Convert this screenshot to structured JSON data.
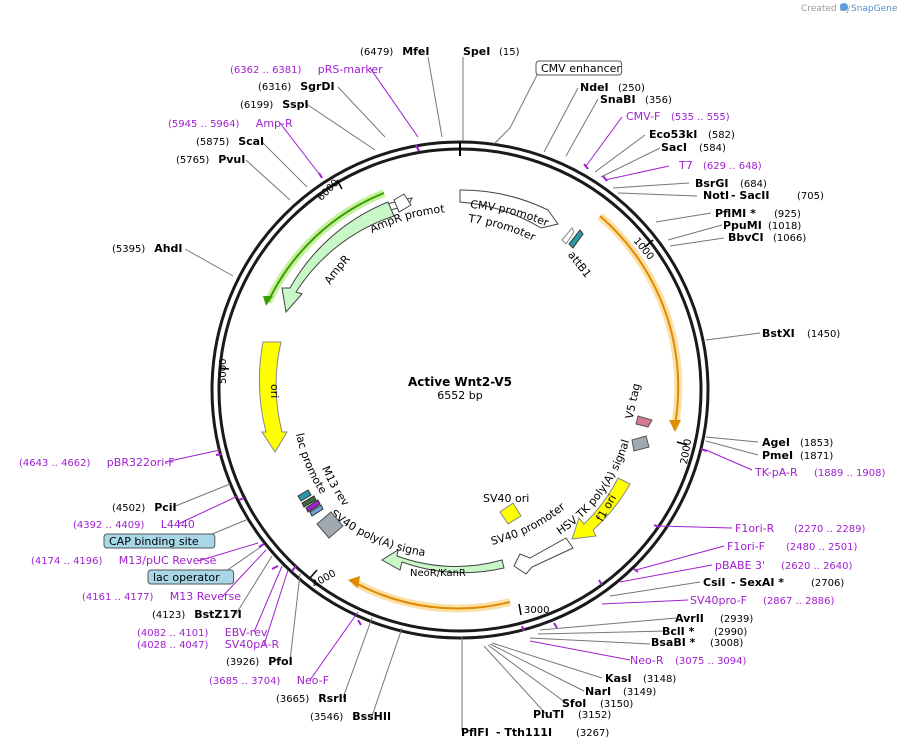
{
  "credit": "Created by",
  "brand": "SnapGene",
  "plasmid": {
    "name": "Active Wnt2-V5",
    "size_label": "6552 bp",
    "length": 6552
  },
  "ticks": [
    "1000",
    "2000",
    "3000",
    "4000",
    "5000",
    "6000"
  ],
  "colors": {
    "primer": "#a020d0",
    "orange": "#f0a000",
    "green": "#38a000",
    "yellow": "#ffff00",
    "gene_fill": "#c8f8c8"
  },
  "labels": [
    {
      "pos": "(6479)",
      "name": "MfeI",
      "kind": "enzyme"
    },
    {
      "pos": "(15)",
      "name": "SpeI",
      "kind": "enzyme"
    },
    {
      "pos": "(6362 .. 6381)",
      "name": "pRS-marker",
      "kind": "primer"
    },
    {
      "pos": "(6316)",
      "name": "SgrDI",
      "kind": "enzyme"
    },
    {
      "pos": "(6199)",
      "name": "SspI",
      "kind": "enzyme"
    },
    {
      "pos": "(5945 .. 5964)",
      "name": "Amp-R",
      "kind": "primer"
    },
    {
      "pos": "(5875)",
      "name": "ScaI",
      "kind": "enzyme"
    },
    {
      "pos": "(5765)",
      "name": "PvuI",
      "kind": "enzyme"
    },
    {
      "pos": "(5395)",
      "name": "AhdI",
      "kind": "enzyme"
    },
    {
      "name": "CMV enhancer",
      "kind": "boxed"
    },
    {
      "name": "NdeI",
      "pos": "(250)",
      "kind": "enzyme"
    },
    {
      "name": "SnaBI",
      "pos": "(356)",
      "kind": "enzyme"
    },
    {
      "name": "CMV-F",
      "pos": "(535 .. 555)",
      "kind": "primer"
    },
    {
      "name": "Eco53kI",
      "pos": "(582)",
      "kind": "enzyme"
    },
    {
      "name": "SacI",
      "pos": "(584)",
      "kind": "enzyme"
    },
    {
      "name": "T7",
      "pos": "(629 .. 648)",
      "kind": "primer"
    },
    {
      "name": "BsrGI",
      "pos": "(684)",
      "kind": "enzyme"
    },
    {
      "name": "NotI",
      "sep": " - ",
      "name2": "SacII",
      "pos": "(705)",
      "kind": "enzyme"
    },
    {
      "name": "PflMI *",
      "pos": "(925)",
      "kind": "enzyme"
    },
    {
      "name": "PpuMI",
      "pos": "(1018)",
      "kind": "enzyme"
    },
    {
      "name": "BbvCI",
      "pos": "(1066)",
      "kind": "enzyme"
    },
    {
      "name": "BstXI",
      "pos": "(1450)",
      "kind": "enzyme"
    },
    {
      "name": "AgeI",
      "pos": "(1853)",
      "kind": "enzyme"
    },
    {
      "name": "PmeI",
      "pos": "(1871)",
      "kind": "enzyme"
    },
    {
      "name": "TK-pA-R",
      "pos": "(1889 .. 1908)",
      "kind": "primer"
    },
    {
      "name": "F1ori-R",
      "pos": "(2270 .. 2289)",
      "kind": "primer"
    },
    {
      "name": "F1ori-F",
      "pos": "(2480 .. 2501)",
      "kind": "primer"
    },
    {
      "name": "pBABE 3'",
      "pos": "(2620 .. 2640)",
      "kind": "primer"
    },
    {
      "name": "CsiI",
      "sep": " - ",
      "name2": "SexAI *",
      "pos": "(2706)",
      "kind": "enzyme"
    },
    {
      "name": "SV40pro-F",
      "pos": "(2867 .. 2886)",
      "kind": "primer"
    },
    {
      "name": "AvrII",
      "pos": "(2939)",
      "kind": "enzyme"
    },
    {
      "name": "BclI *",
      "pos": "(2990)",
      "kind": "enzyme"
    },
    {
      "name": "BsaBI *",
      "pos": "(3008)",
      "kind": "enzyme"
    },
    {
      "name": "Neo-R",
      "pos": "(3075 .. 3094)",
      "kind": "primer"
    },
    {
      "name": "KasI",
      "pos": "(3148)",
      "kind": "enzyme"
    },
    {
      "name": "NarI",
      "pos": "(3149)",
      "kind": "enzyme"
    },
    {
      "name": "SfoI",
      "pos": "(3150)",
      "kind": "enzyme"
    },
    {
      "name": "PluTI",
      "pos": "(3152)",
      "kind": "enzyme"
    },
    {
      "name": "PflFI",
      "sep": " - ",
      "name2": "Tth111I",
      "pos": "(3267)",
      "kind": "enzyme"
    },
    {
      "pos": "(4643 .. 4662)",
      "name": "pBR322ori-F",
      "kind": "primer"
    },
    {
      "pos": "(4502)",
      "name": "PciI",
      "kind": "enzyme"
    },
    {
      "pos": "(4392 .. 4409)",
      "name": "L4440",
      "kind": "primer"
    },
    {
      "name": "CAP binding site",
      "kind": "boxed-blue"
    },
    {
      "pos": "(4174 .. 4196)",
      "name": "M13/pUC Reverse",
      "kind": "primer"
    },
    {
      "name": "lac operator",
      "kind": "boxed-blue"
    },
    {
      "pos": "(4161 .. 4177)",
      "name": "M13 Reverse",
      "kind": "primer"
    },
    {
      "pos": "(4123)",
      "name": "BstZ17I",
      "kind": "enzyme"
    },
    {
      "pos": "(4082 .. 4101)",
      "name": "EBV-rev",
      "kind": "primer"
    },
    {
      "pos": "(4028 .. 4047)",
      "name": "SV40pA-R",
      "kind": "primer"
    },
    {
      "pos": "(3926)",
      "name": "PfoI",
      "kind": "enzyme"
    },
    {
      "pos": "(3685 .. 3704)",
      "name": "Neo-F",
      "kind": "primer"
    },
    {
      "pos": "(3665)",
      "name": "RsrII",
      "kind": "enzyme"
    },
    {
      "pos": "(3546)",
      "name": "BssHII",
      "kind": "enzyme"
    }
  ],
  "features": {
    "cmv_promoter": "CMV promoter",
    "t7_promoter": "T7 promoter",
    "attb1": "attB1",
    "ampr_promoter": "AmpR promoter",
    "ampr": "AmpR",
    "ori": "ori",
    "v5_tag": "V5 tag",
    "hsv_tk": "HSV TK poly(A) signal",
    "f1_ori": "f1 ori",
    "sv40_ori": "SV40 ori",
    "sv40_promoter": "SV40 promoter",
    "neor": "NeoR/KanR",
    "sv40_polya": "SV40 poly(A) signal",
    "lac_promoter": "lac promoter",
    "m13_rev": "M13 rev"
  }
}
